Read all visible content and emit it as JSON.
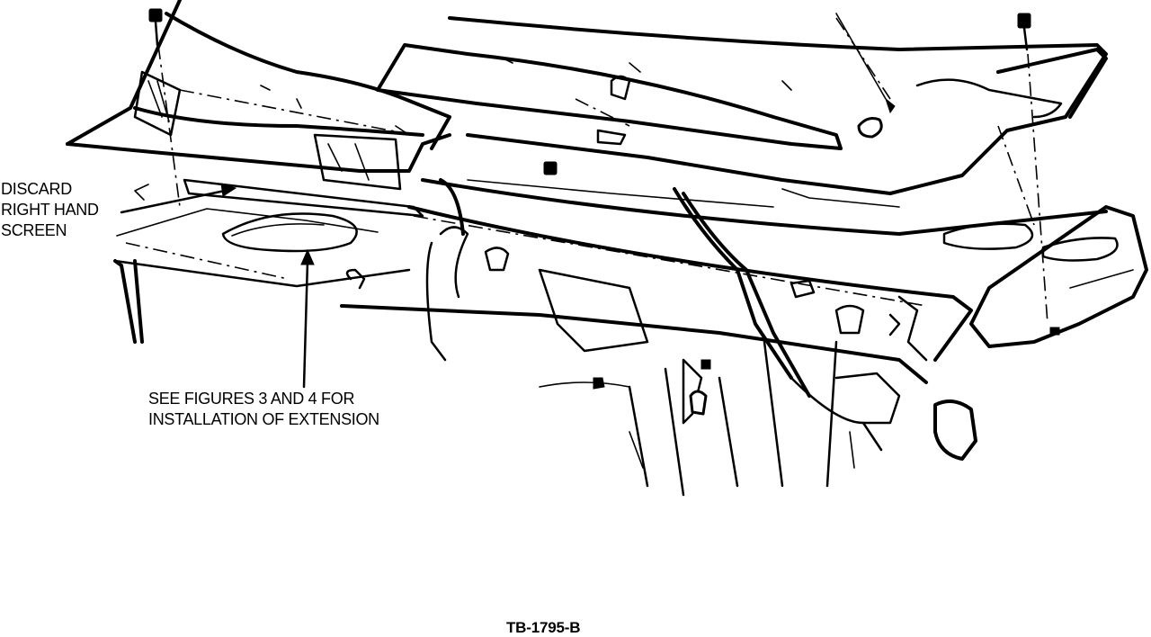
{
  "figure": {
    "callouts": {
      "discard_screen": [
        "DISCARD",
        "RIGHT HAND",
        "SCREEN"
      ],
      "see_figures": [
        "SEE FIGURES 3 AND 4 FOR",
        "INSTALLATION OF EXTENSION"
      ]
    },
    "figure_id": "TB-1795-B"
  }
}
